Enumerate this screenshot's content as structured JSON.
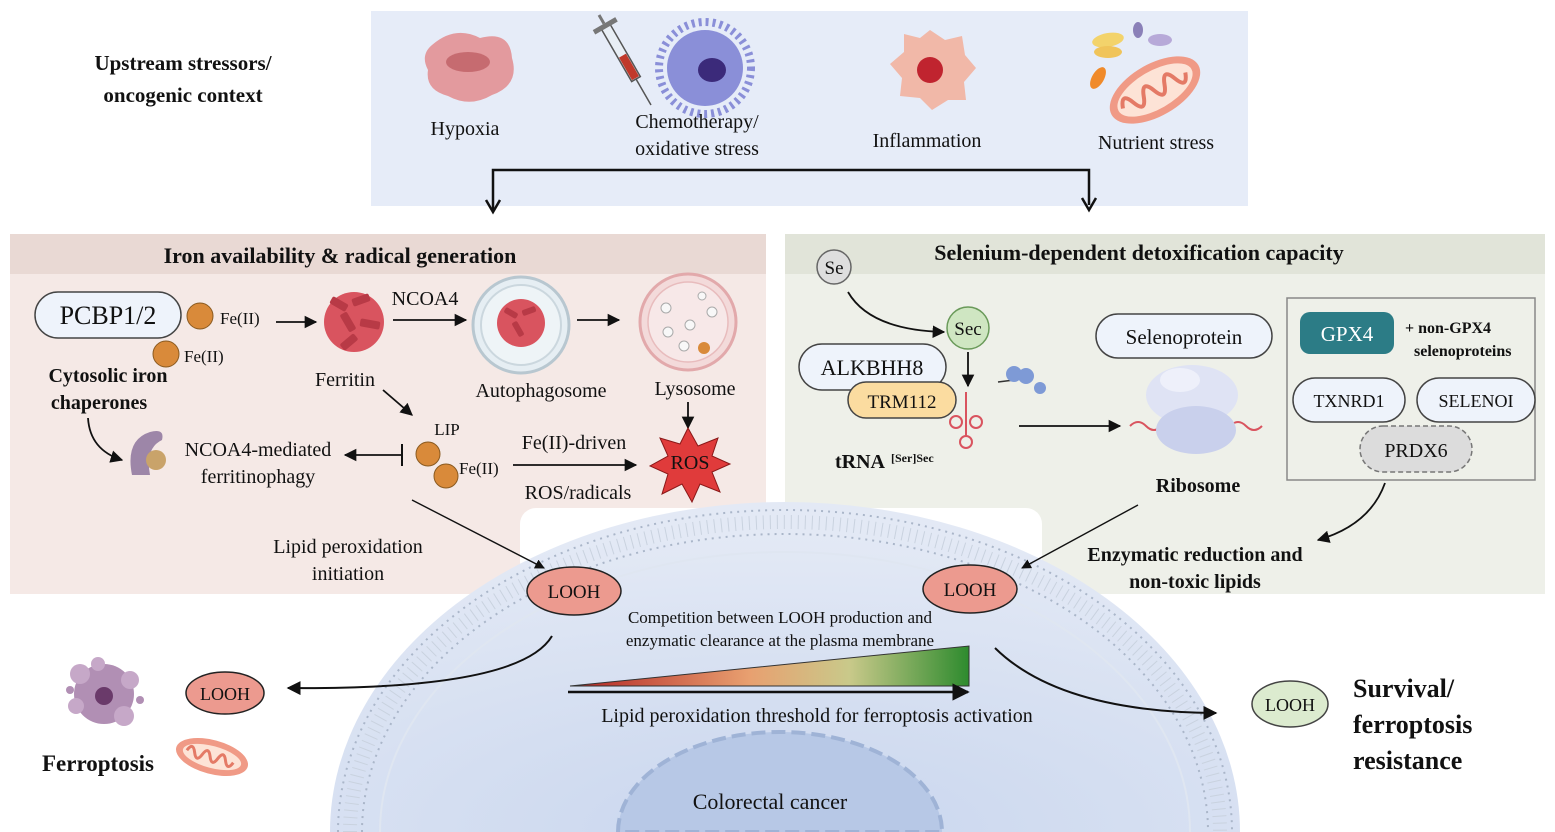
{
  "upstream": {
    "title_line1": "Upstream stressors/",
    "title_line2": "oncogenic context",
    "stressors": [
      {
        "label": "Hypoxia",
        "icon": "hypoxia-cell-icon"
      },
      {
        "label_line1": "Chemotherapy/",
        "label_line2": "oxidative stress",
        "icon": "syringe-and-cell-icon"
      },
      {
        "label": "Inflammation",
        "icon": "inflamed-cell-icon"
      },
      {
        "label": "Nutrient stress",
        "icon": "mitochondrion-nutrients-icon"
      }
    ]
  },
  "iron_panel": {
    "title": "Iron availability & radical generation",
    "pcbp": "PCBP1/2",
    "fe2": "Fe(II)",
    "cytosolic_line1": "Cytosolic  iron",
    "cytosolic_line2": "chaperones",
    "ncoa4": "NCOA4",
    "ferritin": "Ferritin",
    "autophagosome": "Autophagosome",
    "lysosome": "Lysosome",
    "lip": "LIP",
    "ferritinophagy_line1": "NCOA4-mediated",
    "ferritinophagy_line2": "ferritinophagy",
    "fe_driven_line1": "Fe(II)-driven",
    "fe_driven_line2": "ROS/radicals",
    "ros": "ROS",
    "lipid_init_line1": "Lipid peroxidation",
    "lipid_init_line2": "initiation"
  },
  "selenium_panel": {
    "title": "Selenium-dependent detoxification capacity",
    "se": "Se",
    "sec": "Sec",
    "alkbhh8": "ALKBHH8",
    "trm112": "TRM112",
    "trna": "tRNA",
    "trna_sup": "[Ser]Sec",
    "selenoprotein": "Selenoprotein",
    "ribosome": "Ribosome",
    "gpx4": "GPX4",
    "non_gpx4_line1": "+ non-GPX4",
    "non_gpx4_line2": "selenoproteins",
    "txnrd1": "TXNRD1",
    "selenoi": "SELENOI",
    "prdx6": "PRDX6",
    "enzymatic_line1": "Enzymatic reduction and",
    "enzymatic_line2": "non-toxic lipids"
  },
  "membrane": {
    "looh": "LOOH",
    "competition_line1": "Competition between LOOH production and",
    "competition_line2": "enzymatic clearance at the plasma membrane",
    "threshold": "Lipid peroxidation threshold for ferroptosis activation",
    "colorectal": "Colorectal cancer"
  },
  "outcomes": {
    "ferroptosis": "Ferroptosis",
    "survival_line1": "Survival/",
    "survival_line2": "ferroptosis",
    "survival_line3": "resistance"
  },
  "colors": {
    "upstream_bg": "#e6ecf8",
    "iron_bg": "#f5e9e6",
    "iron_header": "#e9d9d4",
    "selenium_bg": "#eef0e9",
    "selenium_header": "#e1e4d9",
    "looh_red": "#ec9a8f",
    "looh_green": "#dcebcf",
    "gpx4": "#2c7c86",
    "gradient_red": "#c0392b",
    "gradient_green": "#2e8b2e"
  }
}
